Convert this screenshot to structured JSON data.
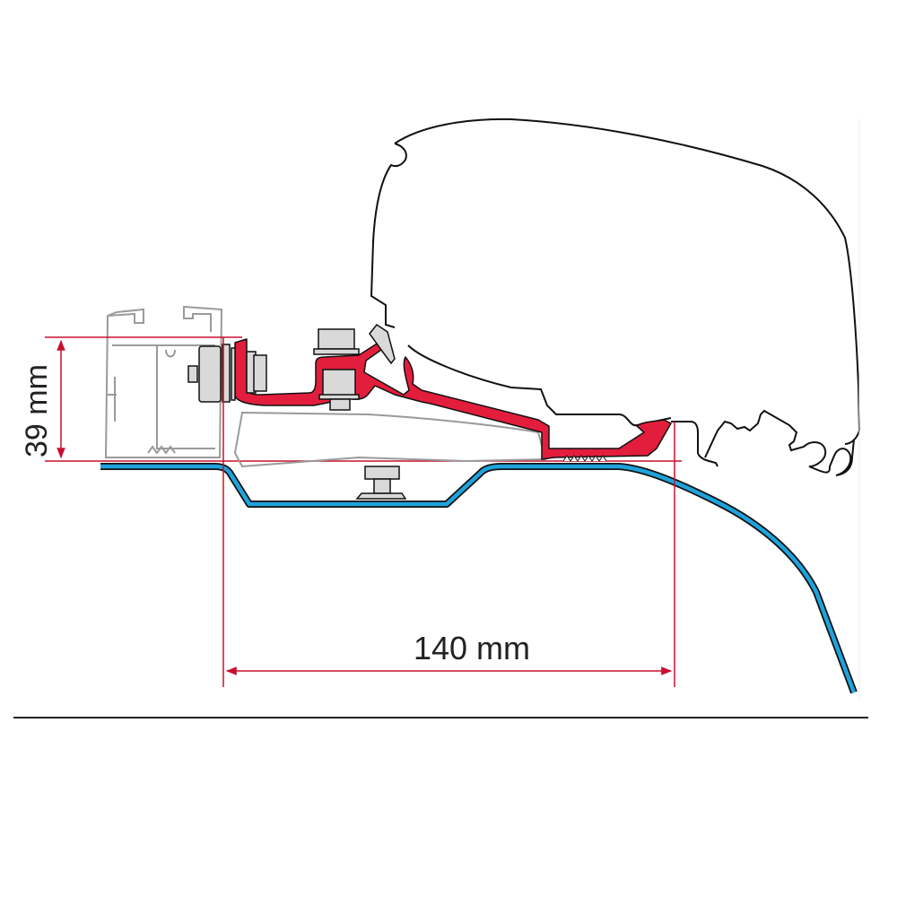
{
  "diagram": {
    "title": "Awning adapter mounting bracket cross-section",
    "dimensions": {
      "height_label": "39 mm",
      "width_label": "140 mm"
    },
    "colors": {
      "bracket": "#e31e3c",
      "roof_panel": "#1ea3dc",
      "dimension_lines": "#c8102e",
      "outline": "#111111",
      "hardware_fill": "#d9d9d9",
      "rail_outline": "#9a9a9a",
      "divider": "#222222"
    },
    "parts": [
      "awning-case",
      "rail-profile",
      "adapter-bracket",
      "bolt-and-nuts",
      "roof-panel",
      "roof-stud",
      "awning-profile-end"
    ]
  }
}
